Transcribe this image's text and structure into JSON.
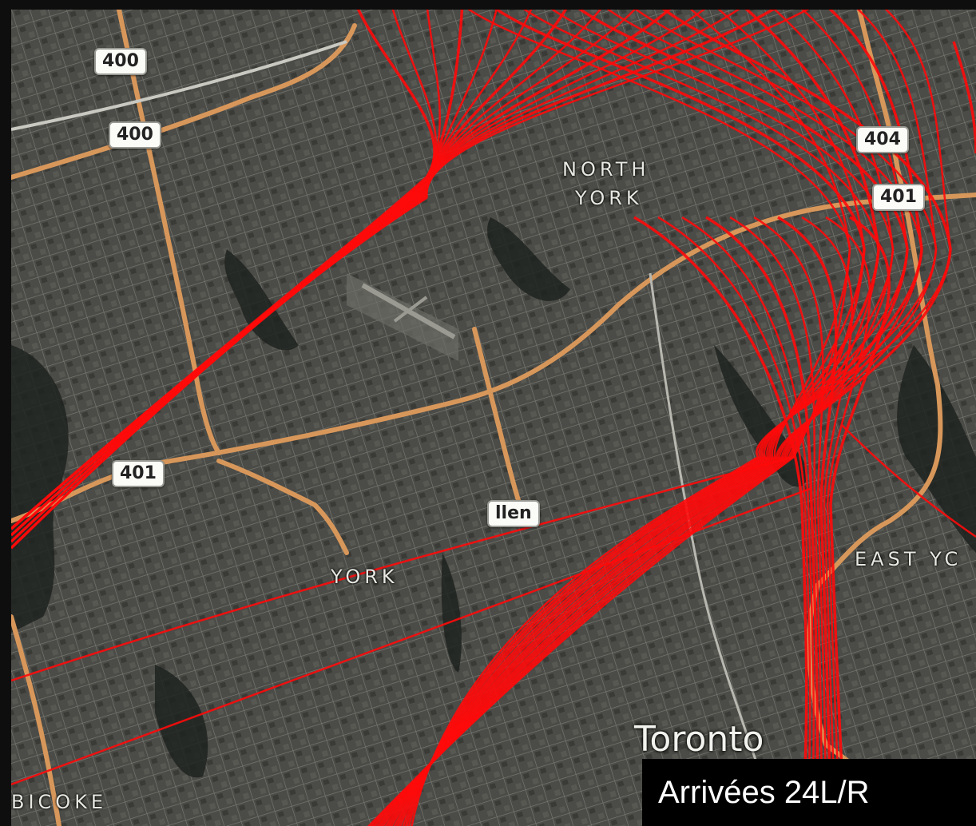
{
  "map": {
    "highway_shields": [
      "400",
      "400",
      "404",
      "401",
      "401",
      "llen"
    ],
    "place_labels": {
      "north_york_line1": "NORTH",
      "north_york_line2": "YORK",
      "york": "YORK",
      "east_york": "EAST YC",
      "etobicoke": "BICOKE",
      "toronto": "Toronto"
    },
    "colors": {
      "track": "#ff0a0a",
      "highway": "#d8975a",
      "background": "#4a4a46"
    }
  },
  "caption": "Arrivées 24L/R"
}
